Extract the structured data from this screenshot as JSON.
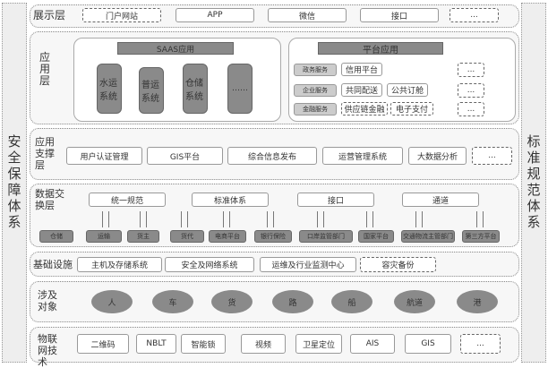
{
  "left_bar": "安全保障体系",
  "right_bar": "标准规范体系",
  "display": {
    "label": "展示层",
    "items": [
      "门户网站",
      "APP",
      "微信",
      "接口",
      "..."
    ]
  },
  "app": {
    "label": "应用层",
    "saas": {
      "title": "SAAS应用",
      "items": [
        "水运系统",
        "普运系统",
        "仓储系统",
        "……"
      ]
    },
    "platform": {
      "title": "平台应用",
      "rows": [
        {
          "cat": "政务服务",
          "items": [
            "信用平台"
          ]
        },
        {
          "cat": "企业服务",
          "items": [
            "共同配送",
            "公共订舱"
          ]
        },
        {
          "cat": "金融服务",
          "items": [
            "供应链金融",
            "电子支付"
          ]
        }
      ],
      "more": "..."
    }
  },
  "support": {
    "label": "应用支撑层",
    "items": [
      "用户认证管理",
      "GIS平台",
      "综合信息发布",
      "运营管理系统",
      "大数据分析",
      "..."
    ]
  },
  "exchange": {
    "label": "数据交换层",
    "top": [
      "统一规范",
      "标准体系",
      "接口",
      "通道"
    ],
    "bottom": [
      "仓储",
      "运输",
      "货主",
      "货代",
      "电商平台",
      "银行保险",
      "口岸监管部门",
      "国家平台",
      "交通物流主管部门",
      "第三方平台"
    ]
  },
  "infra": {
    "label": "基础设施",
    "items": [
      "主机及存储系统",
      "安全及网络系统",
      "运维及行业监测中心",
      "容灾备份"
    ]
  },
  "objects": {
    "label": "涉及对象",
    "items": [
      "人",
      "车",
      "货",
      "路",
      "船",
      "航道",
      "港"
    ]
  },
  "iot": {
    "label": "物联网技术",
    "items": [
      "二维码",
      "NBLT",
      "智能锁",
      "视频",
      "卫星定位",
      "AIS",
      "GIS",
      "..."
    ]
  }
}
